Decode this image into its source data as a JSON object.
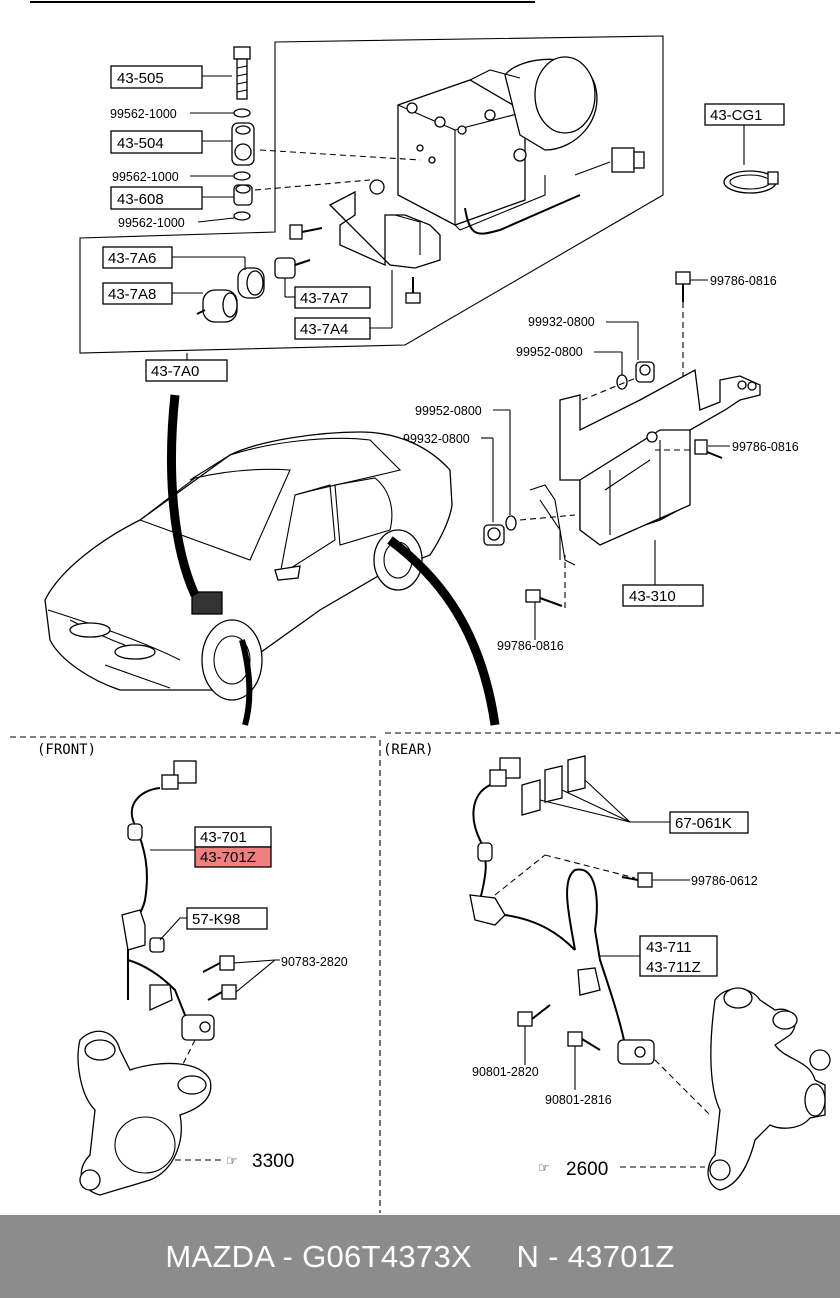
{
  "labels": {
    "p43_505": "43-505",
    "p99562_a": "99562-1000",
    "p43_504": "43-504",
    "p99562_b": "99562-1000",
    "p43_608": "43-608",
    "p99562_c": "99562-1000",
    "p43_7a6": "43-7A6",
    "p43_7a8": "43-7A8",
    "p43_7a7": "43-7A7",
    "p43_7a4": "43-7A4",
    "p43_7a0": "43-7A0",
    "p43_cg1": "43-CG1",
    "p99786_a": "99786-0816",
    "p99932_a": "99932-0800",
    "p99952_a": "99952-0800",
    "p99952_b": "99952-0800",
    "p99932_b": "99932-0800",
    "p99786_b": "99786-0816",
    "p43_310": "43-310",
    "p99786_c": "99786-0816",
    "front": "(FRONT)",
    "rear": "(REAR)",
    "p43_701": "43-701",
    "p43_701z": "43-701Z",
    "p57_k98": "57-K98",
    "p90783": "90783-2820",
    "ref3300": "3300",
    "p67_061k": "67-061K",
    "p99786_0612": "99786-0612",
    "p43_711": "43-711",
    "p43_711z": "43-711Z",
    "p90801_2820": "90801-2820",
    "p90801_2816": "90801-2816",
    "ref2600": "2600"
  },
  "highlight_color": "#f08080",
  "footer": {
    "brand": "MAZDA",
    "sep1": " - ",
    "part_number": "G06T4373X",
    "gap": "     ",
    "n_prefix": "N",
    "sep2": " - ",
    "n_number": "43701Z"
  }
}
